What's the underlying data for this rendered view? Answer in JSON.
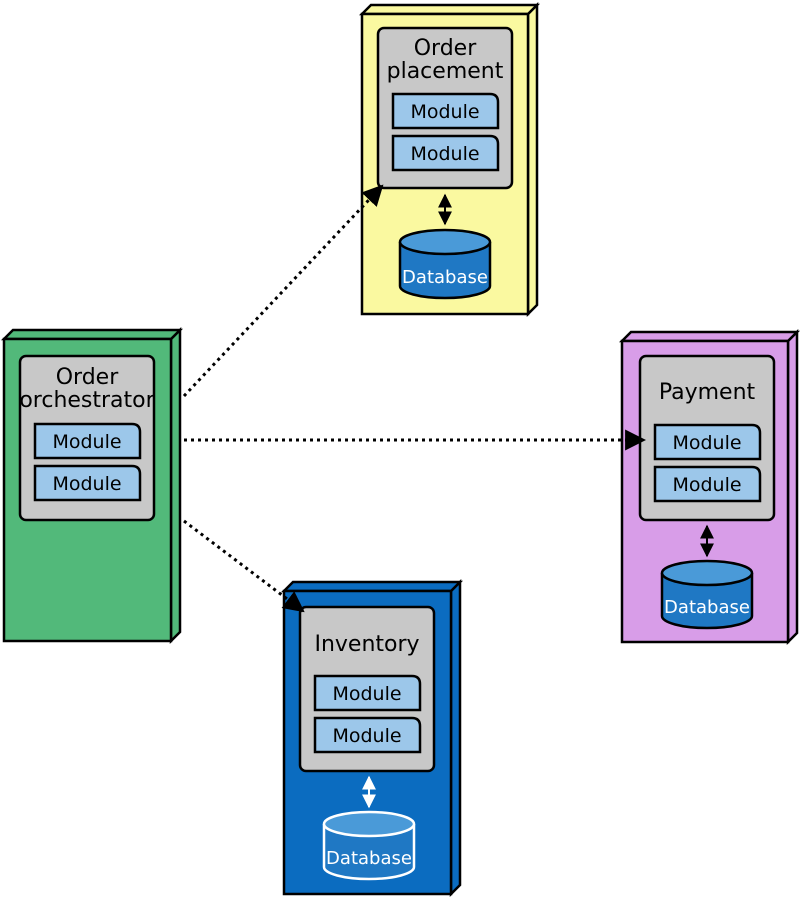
{
  "services": [
    {
      "id": "order-placement",
      "title_lines": [
        "Order",
        "placement"
      ],
      "modules": [
        "Module",
        "Module"
      ],
      "database": "Database",
      "color": "#faf9a0"
    },
    {
      "id": "order-orchestrator",
      "title_lines": [
        "Order",
        "orchestrator"
      ],
      "modules": [
        "Module",
        "Module"
      ],
      "color": "#52b97a"
    },
    {
      "id": "payment",
      "title_lines": [
        "Payment"
      ],
      "modules": [
        "Module",
        "Module"
      ],
      "database": "Database",
      "color": "#d89de8"
    },
    {
      "id": "inventory",
      "title_lines": [
        "Inventory"
      ],
      "modules": [
        "Module",
        "Module"
      ],
      "database": "Database",
      "color": "#0b6cc0"
    }
  ],
  "colors": {
    "inner_panel": "#c8c8c8",
    "module_fill": "#9cc7ea",
    "database_fill": "#1f78c4",
    "database_top": "#4a9ad8",
    "outline": "#000000"
  }
}
